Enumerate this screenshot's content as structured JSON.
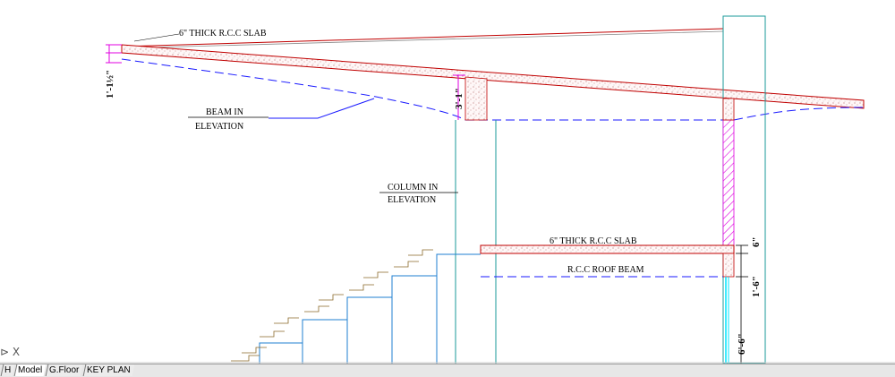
{
  "labels": {
    "top_slab": "6\" THICK R.C.C SLAB",
    "beam_line1": "BEAM IN",
    "beam_line2": "ELEVATION",
    "column_line1": "COLUMN IN",
    "column_line2": "ELEVATION",
    "mid_slab": "6\" THICK R.C.C SLAB",
    "roof_beam": "R.C.C ROOF BEAM"
  },
  "dimensions": {
    "left_depth": "1'-1½\"",
    "beam_depth": "3'-1\"",
    "slab_thk": "6\"",
    "beam_thk": "1'-6\"",
    "column_height": "6'-6\""
  },
  "ucs": {
    "glyph": "⊳ X"
  },
  "tabs": [
    {
      "label": "H"
    },
    {
      "label": "Model"
    },
    {
      "label": "G.Floor"
    },
    {
      "label": "KEY PLAN"
    }
  ],
  "colors": {
    "slab_outline": "#c00000",
    "beam_dashed": "#1a1aff",
    "column": "#1a9999",
    "dimension": "#e000e0",
    "stair": "#1f7fd0",
    "tread_edge": "#8a6a2a",
    "cyan": "#00e5ff"
  }
}
